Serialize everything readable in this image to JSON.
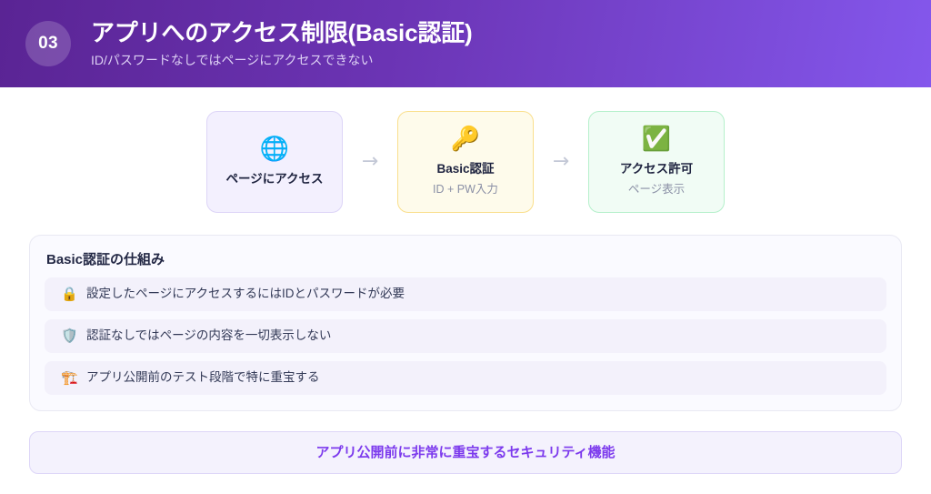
{
  "header": {
    "step_number": "03",
    "title": "アプリへのアクセス制限(Basic認証)",
    "subtitle": "ID/パスワードなしではページにアクセスできない",
    "gradient_start": "#5a2494",
    "gradient_end": "#8457ec"
  },
  "flow": {
    "arrow_glyph": "→",
    "steps": [
      {
        "icon": "globe-icon",
        "emoji": "🌐",
        "label": "ページにアクセス",
        "sub": "",
        "accent": "#ddd5f7",
        "background": "#f3f0fe"
      },
      {
        "icon": "key-icon",
        "emoji": "🔑",
        "label": "Basic認証",
        "sub": "ID + PW入力",
        "accent": "#fadf8c",
        "background": "#fefbeb"
      },
      {
        "icon": "check-mark-button-icon",
        "emoji": "✅",
        "label": "アクセス許可",
        "sub": "ページ表示",
        "accent": "#b5f0cb",
        "background": "#f1fcf5"
      }
    ]
  },
  "panel": {
    "heading": "Basic認証の仕組み",
    "rows": [
      {
        "icon": "lock-icon",
        "emoji": "🔒",
        "text": "設定したページにアクセスするにはIDとパスワードが必要"
      },
      {
        "icon": "shield-icon",
        "emoji": "🛡️",
        "text": "認証なしではページの内容を一切表示しない"
      },
      {
        "icon": "construction-icon",
        "emoji": "🏗️",
        "text": "アプリ公開前のテスト段階で特に重宝する"
      }
    ]
  },
  "footer": {
    "text": "アプリ公開前に非常に重宝するセキュリティ機能",
    "accent": "#7c3aed"
  }
}
